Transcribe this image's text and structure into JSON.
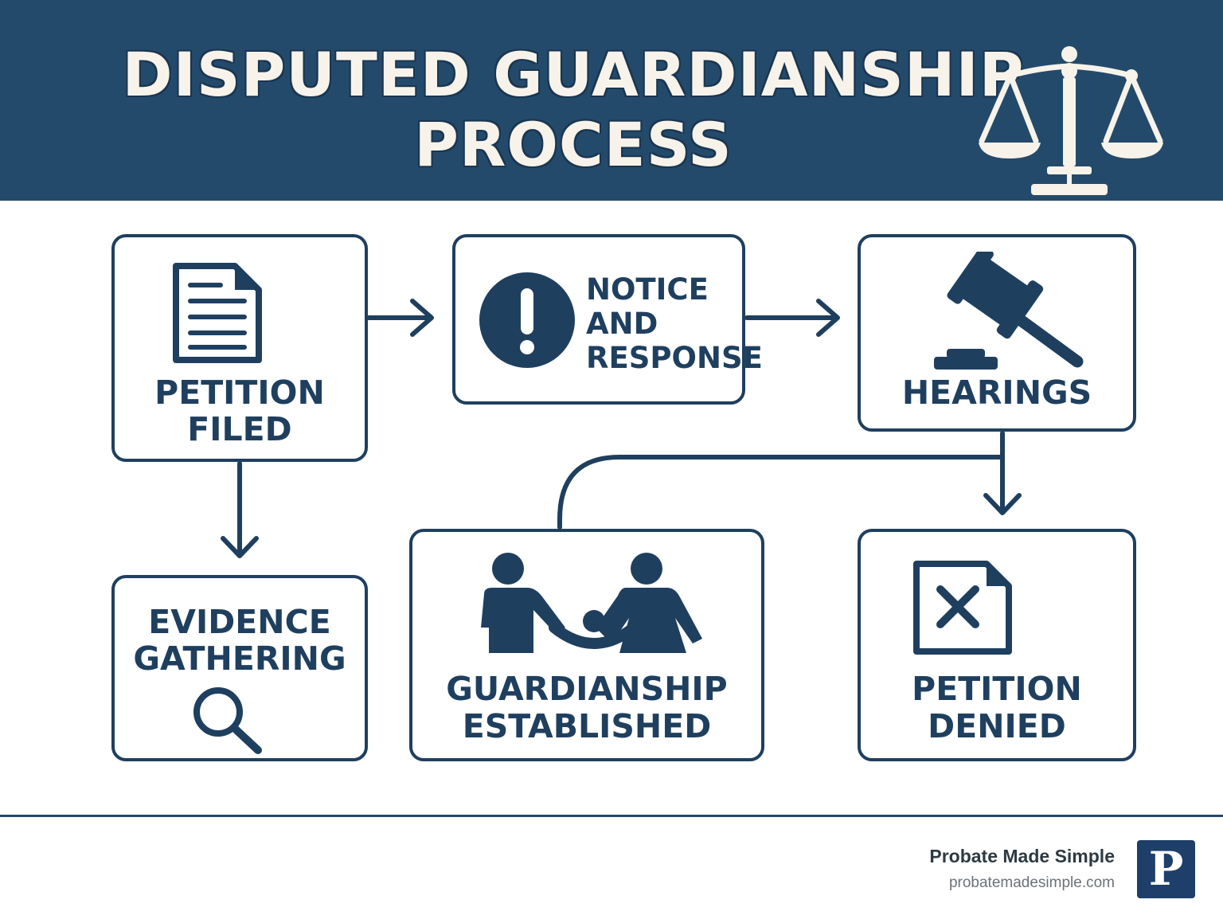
{
  "header": {
    "title": "DISPUTED GUARDIANSHIP\nPROCESS",
    "icon": "scales-of-justice-icon"
  },
  "steps": {
    "petition_filed": {
      "label": "PETITION\nFILED",
      "icon": "document-icon"
    },
    "notice_response": {
      "label": "NOTICE\nAND\nRESPONSE",
      "icon": "exclamation-icon"
    },
    "hearings": {
      "label": "HEARINGS",
      "icon": "gavel-icon"
    },
    "evidence_gathering": {
      "label": "EVIDENCE\nGATHERING",
      "icon": "magnifier-icon"
    },
    "guardianship_established": {
      "label": "GUARDIANSHIP\nESTABLISHED",
      "icon": "family-icon"
    },
    "petition_denied": {
      "label": "PETITION\nDENIED",
      "icon": "rejected-document-icon"
    }
  },
  "footer": {
    "brand": "Probate Made Simple",
    "url": "probatemadesimple.com",
    "logo_letter": "P"
  },
  "colors": {
    "primary": "#244a6b",
    "ink": "#1f3f5f",
    "title_text": "#f7f3ea",
    "logo_bg": "#1d3f69"
  }
}
